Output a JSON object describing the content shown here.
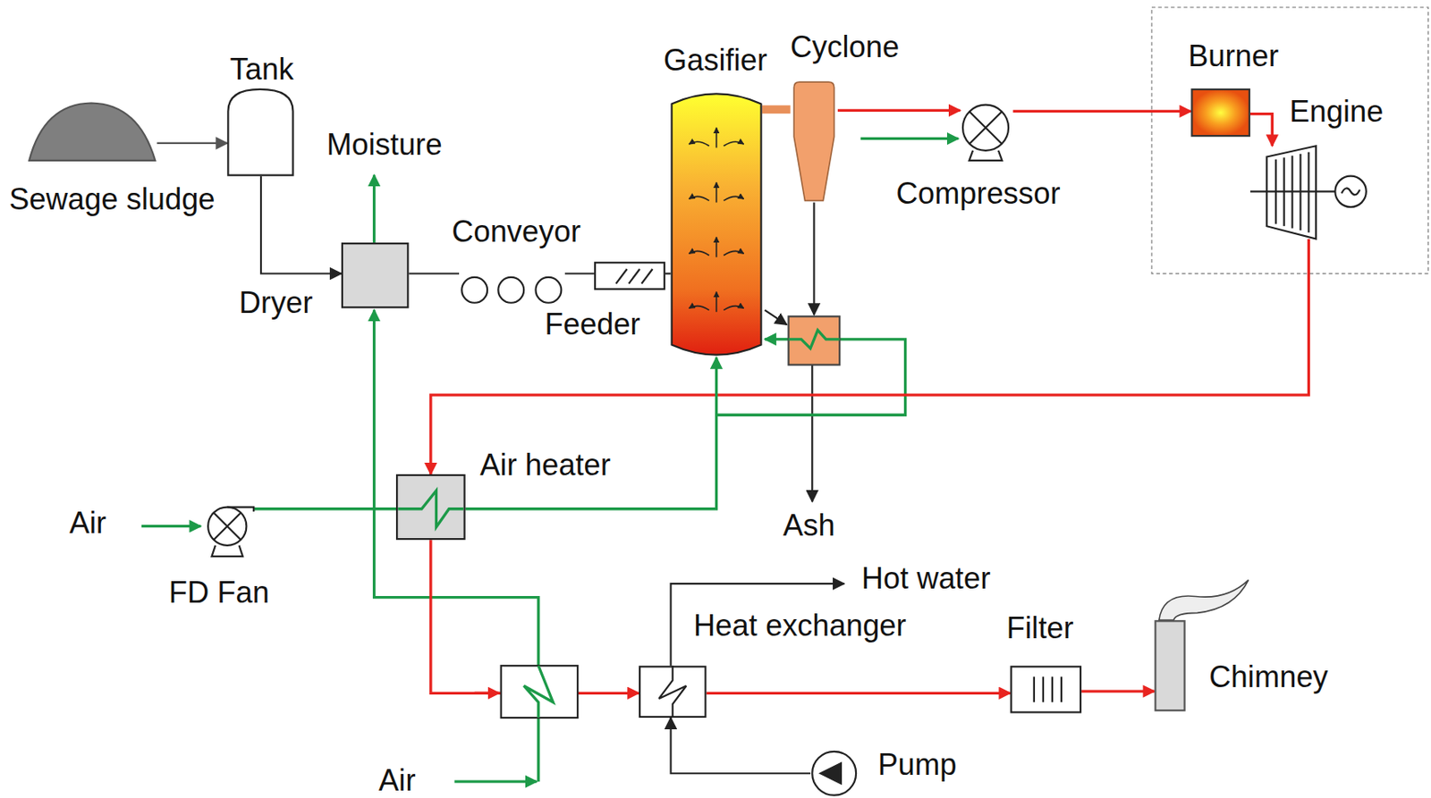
{
  "diagram": {
    "nodes": [
      {
        "text": [
          "Sewage sludge"
        ]
      },
      {
        "text": [
          "Tank"
        ]
      },
      {
        "text": [
          "Dryer"
        ]
      },
      {
        "text": [
          "Conveyor"
        ]
      },
      {
        "text": [
          "Feeder"
        ]
      },
      {
        "text": [
          "Gasifier"
        ]
      },
      {
        "text": [
          "Cyclone"
        ]
      },
      {
        "text": [
          "Compressor"
        ]
      },
      {
        "text": [
          "Burner"
        ]
      },
      {
        "text": [
          "Engine"
        ]
      },
      {
        "text": [
          "Air heater"
        ]
      },
      {
        "text": [
          "FD Fan"
        ]
      },
      {
        "text": [
          "Heat exchanger"
        ]
      },
      {
        "text": [
          "Filter"
        ]
      },
      {
        "text": [
          "Chimney"
        ]
      },
      {
        "text": [
          "Pump"
        ]
      }
    ],
    "edges": [
      {
        "from": 0,
        "to": 1,
        "arrow": "to"
      },
      {
        "from": 1,
        "to": 2,
        "arrow": "to"
      },
      {
        "from": 2,
        "to": 3,
        "arrow": "none"
      },
      {
        "from": 3,
        "to": 4,
        "arrow": "none"
      },
      {
        "from": 4,
        "to": 5,
        "arrow": "none"
      },
      {
        "from": 5,
        "to": 6,
        "arrow": "none"
      },
      {
        "from": 6,
        "to": 7,
        "arrow": "to"
      },
      {
        "from": 7,
        "to": 8,
        "arrow": "to"
      },
      {
        "from": 8,
        "to": 9,
        "arrow": "to"
      },
      {
        "from": 9,
        "to": 10,
        "arrow": "to"
      },
      {
        "from": 10,
        "to": 12,
        "arrow": "to"
      },
      {
        "from": 12,
        "to": 13,
        "arrow": "to"
      },
      {
        "from": 13,
        "to": 14,
        "arrow": "to"
      },
      {
        "from": 15,
        "to": 12,
        "arrow": "to"
      },
      {
        "from": 11,
        "to": 10,
        "arrow": "none"
      },
      {
        "from": 10,
        "to": 5,
        "arrow": "to"
      }
    ],
    "labels": [
      "Moisture",
      "Ash",
      "Air",
      "Air",
      "Hot water"
    ]
  }
}
